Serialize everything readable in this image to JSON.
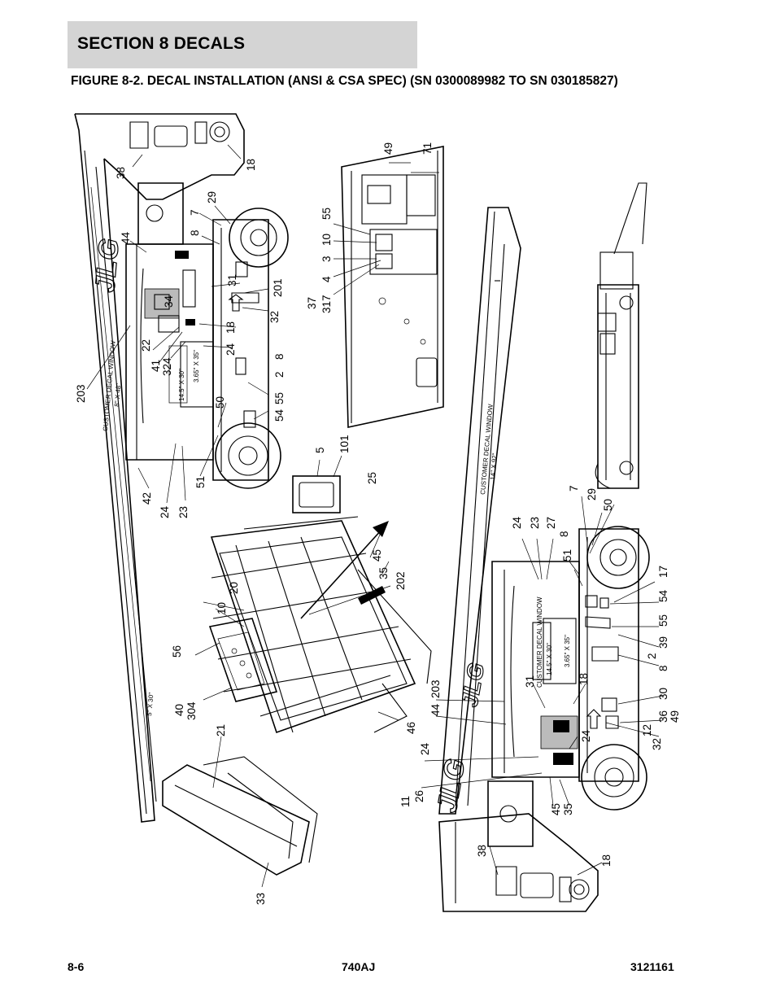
{
  "header": {
    "section": "SECTION 8   DECALS",
    "figure": "FIGURE 8-2. DECAL INSTALLATION (ANSI & CSA SPEC) (SN 0300089982 TO SN 030185827)"
  },
  "footer": {
    "page": "8-6",
    "model": "740AJ",
    "doc_number": "3121161"
  },
  "decal_windows": {
    "left_boom": "CUSTOMER  DECAL  WINDOW",
    "left_boom_size": "8\"  X  48\"",
    "left_boom_small": "5\"  X  30\"",
    "left_chassis": "14.5\"  X  30\"",
    "left_chassis_small": "3.65\"  X  35\"",
    "mid_boom": "CUSTOMER  DECAL  WINDOW",
    "mid_boom_size": "14\"  X  92\"",
    "right_chassis": "CUSTOMER  DECAL  WINDOW",
    "right_chassis_size": "14.5\"  X  30\"",
    "right_chassis_small": "3.65\"  X  35\""
  },
  "callouts": {
    "c1": "38",
    "c2": "18",
    "c3": "29",
    "c4": "7",
    "c5": "8",
    "c6": "44",
    "c7": "31",
    "c8": "201",
    "c9": "34",
    "c10": "32",
    "c11": "18",
    "c12": "24",
    "c13": "22",
    "c14": "41",
    "c15": "324",
    "c16": "8",
    "c17": "2",
    "c18": "203",
    "c19": "50",
    "c20": "55",
    "c21": "54",
    "c22": "51",
    "c23": "42",
    "c24": "24",
    "c25": "23",
    "c26": "49",
    "c27": "71",
    "c28": "55",
    "c29": "10",
    "c30": "3",
    "c31": "4",
    "c32": "37",
    "c33": "317",
    "c34": "5",
    "c35": "101",
    "c36": "25",
    "c37": "20",
    "c38": "10",
    "c39": "45",
    "c40": "35",
    "c41": "202",
    "c42": "56",
    "c43": "40",
    "c44": "304",
    "c45": "21",
    "c46": "46",
    "c47": "33",
    "c48": "24",
    "c49": "23",
    "c50": "27",
    "c51": "8",
    "c52": "51",
    "c53": "7",
    "c54": "29",
    "c55": "50",
    "c56": "17",
    "c57": "54",
    "c58": "55",
    "c59": "39",
    "c60": "2",
    "c61": "8",
    "c62": "203",
    "c63": "44",
    "c64": "31",
    "c65": "18",
    "c66": "30",
    "c67": "36",
    "c68": "49",
    "c69": "12",
    "c70": "32",
    "c71": "24",
    "c72": "11",
    "c73": "26",
    "c74": "45",
    "c75": "35",
    "c76": "38",
    "c77": "18"
  }
}
